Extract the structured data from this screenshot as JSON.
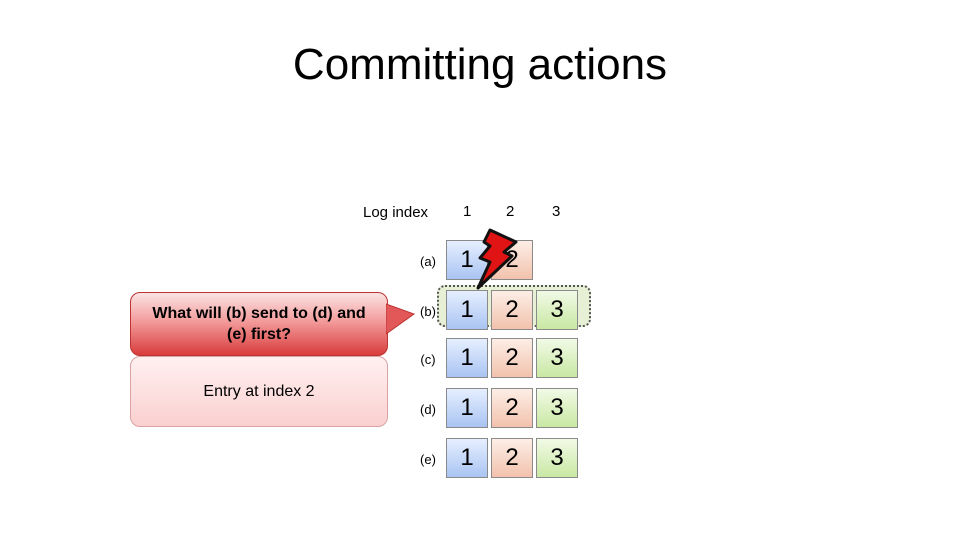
{
  "title": "Committing actions",
  "header": {
    "log_index_label": "Log index",
    "indices": [
      "1",
      "2",
      "3"
    ]
  },
  "rows": [
    {
      "label": "(a)",
      "entries": [
        "1",
        "2"
      ]
    },
    {
      "label": "(b)",
      "entries": [
        "1",
        "2",
        "3"
      ]
    },
    {
      "label": "(c)",
      "entries": [
        "1",
        "2",
        "3"
      ]
    },
    {
      "label": "(d)",
      "entries": [
        "1",
        "2",
        "3"
      ]
    },
    {
      "label": "(e)",
      "entries": [
        "1",
        "2",
        "3"
      ]
    }
  ],
  "callout": {
    "question": "What will (b) send to (d) and (e) first?",
    "answer": "Entry at index 2"
  },
  "colors": {
    "term1": "#a9c4f2",
    "term2": "#f2c2ad",
    "term3": "#c9e8a3",
    "question_bg": "#d93c3c",
    "bolt": "#e01414"
  },
  "icons": {
    "crash": "lightning-bolt-icon"
  }
}
